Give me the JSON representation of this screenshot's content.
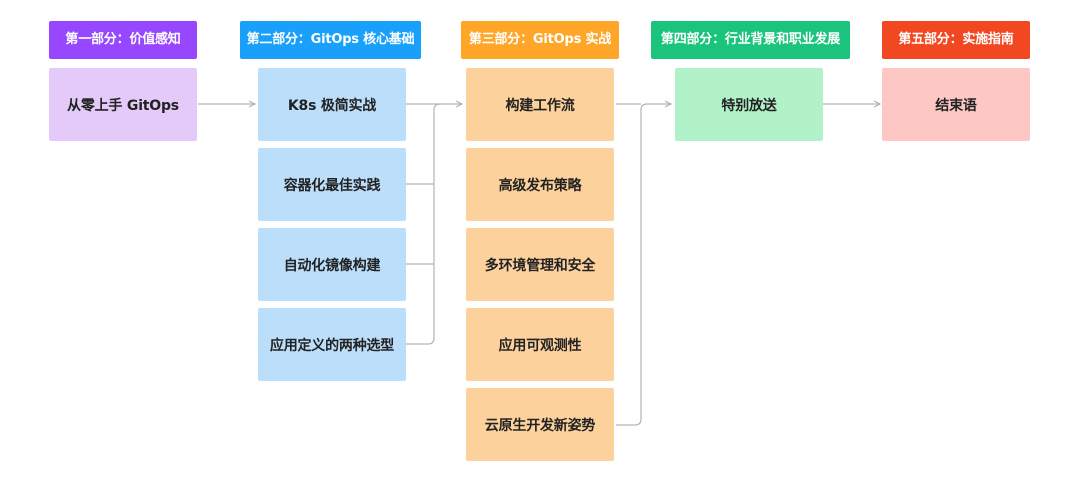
{
  "colors": {
    "part1": "#9747ff",
    "part2": "#18a0fb",
    "part3": "#ffa629",
    "part4": "#1bc47d",
    "part5": "#f24822",
    "connector": "#b3b3b3"
  },
  "sections": [
    {
      "title": "第一部分：价值感知",
      "items": [
        "从零上手 GitOps"
      ]
    },
    {
      "title": "第二部分：GitOps 核心基础",
      "items": [
        "K8s 极简实战",
        "容器化最佳实践",
        "自动化镜像构建",
        "应用定义的两种选型"
      ]
    },
    {
      "title": "第三部分：GitOps 实战",
      "items": [
        "构建工作流",
        "高级发布策略",
        "多环境管理和安全",
        "应用可观测性",
        "云原生开发新姿势"
      ]
    },
    {
      "title": "第四部分：行业背景和职业发展",
      "items": [
        "特别放送"
      ]
    },
    {
      "title": "第五部分：实施指南",
      "items": [
        "结束语"
      ]
    }
  ]
}
